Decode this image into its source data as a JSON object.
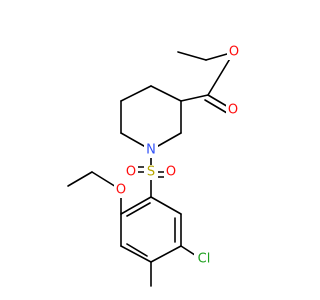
{
  "structure": {
    "atoms": {
      "oxygen_ester_single": {
        "symbol": "O",
        "color": "#ff0d0d"
      },
      "oxygen_ester_double": {
        "symbol": "O",
        "color": "#ff0d0d"
      },
      "nitrogen": {
        "symbol": "N",
        "color": "#3050f8"
      },
      "sulfur": {
        "symbol": "S",
        "color": "#b8a800"
      },
      "oxygen_sulfonyl_left": {
        "symbol": "O",
        "color": "#ff0d0d"
      },
      "oxygen_sulfonyl_right": {
        "symbol": "O",
        "color": "#ff0d0d"
      },
      "oxygen_ethoxy": {
        "symbol": "O",
        "color": "#ff0d0d"
      },
      "chlorine": {
        "symbol": "Cl",
        "color": "#1fa01f"
      }
    }
  }
}
